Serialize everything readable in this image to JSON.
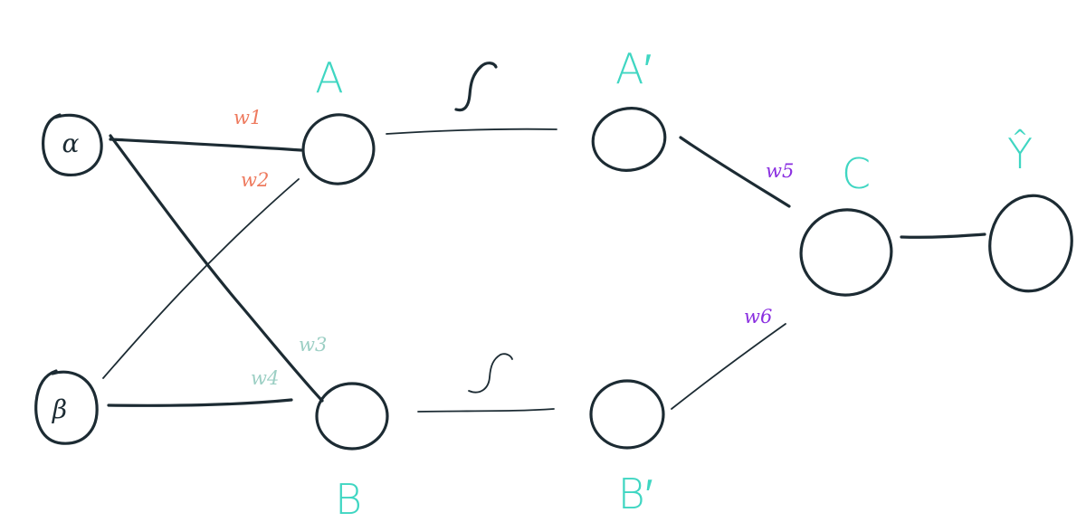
{
  "inputs": {
    "alpha": "α",
    "beta": "β"
  },
  "nodes": {
    "a": "A",
    "b": "B",
    "a_prime": "A′",
    "b_prime": "B′",
    "c": "C",
    "y_hat": "Ŷ"
  },
  "weights": {
    "w1": "w1",
    "w2": "w2",
    "w3": "w3",
    "w4": "w4",
    "w5": "w5",
    "w6": "w6"
  },
  "activations": {
    "top": "ʃ",
    "bottom": "ʃ"
  },
  "colors": {
    "ink": "#1c2b33",
    "node_label": "#3fd6c2",
    "w_input_to_a": "#ee7a5e",
    "w_input_to_b": "#9ccfc4",
    "w_hidden_to_c": "#8a2fe0"
  }
}
